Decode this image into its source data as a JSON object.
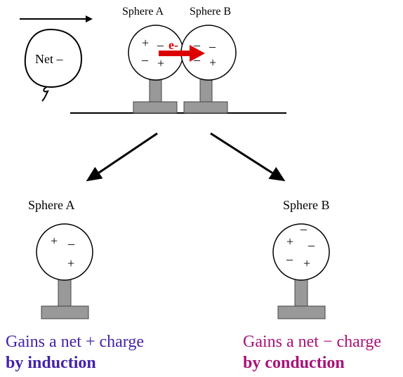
{
  "top": {
    "balloon_label": "Net –",
    "sphere_a_label": "Sphere A",
    "sphere_b_label": "Sphere B",
    "sphere_a_charges": [
      "+",
      "–",
      "–",
      "+"
    ],
    "sphere_b_charges": [
      "–",
      "–",
      "–",
      "+"
    ],
    "electron_label": "e-"
  },
  "bottom_left": {
    "sphere_label": "Sphere A",
    "charges": [
      "+",
      "–",
      "+"
    ],
    "caption_line1": "Gains a net + charge",
    "caption_line2": "by induction"
  },
  "bottom_right": {
    "sphere_label": "Sphere B",
    "charges": [
      "–",
      "+",
      "–",
      "–",
      "+"
    ],
    "caption_line1": "Gains a net − charge",
    "caption_line2": "by conduction"
  },
  "colors": {
    "electron_arrow": "#dd0000",
    "stand": "#999999",
    "induction_text": "#4422aa",
    "conduction_text": "#aa1177"
  }
}
